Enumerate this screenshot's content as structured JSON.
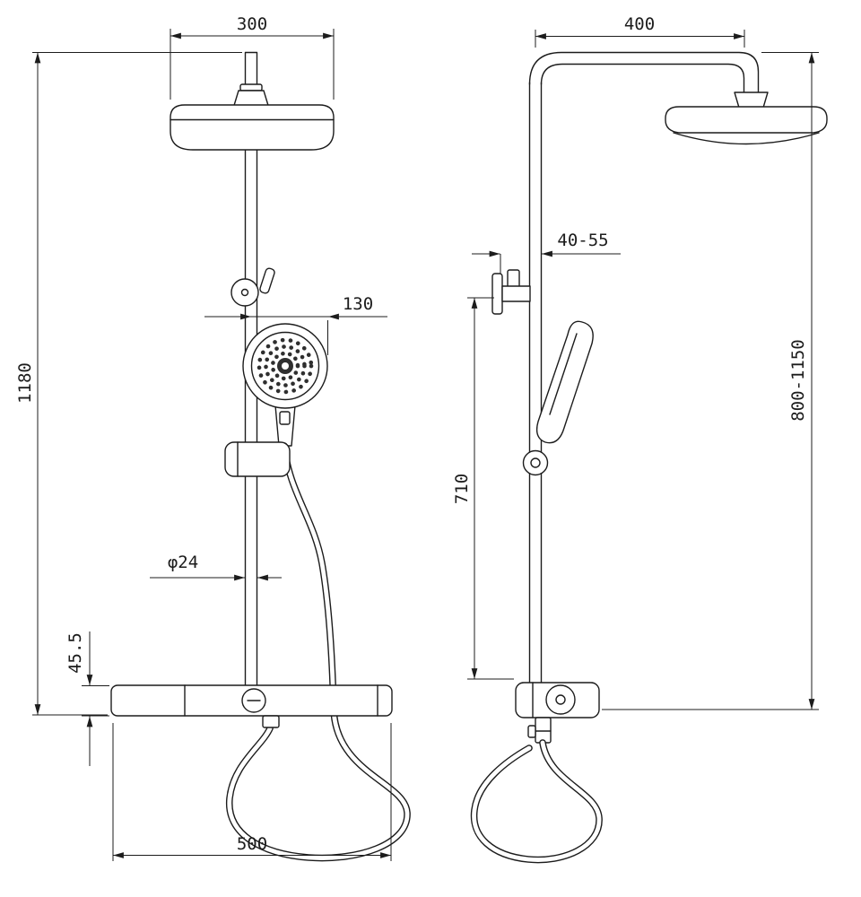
{
  "colors": {
    "line": "#1c1c1c",
    "paper": "#ffffff",
    "nozzle_dots": "#2f2f2f"
  },
  "front_view": {
    "head_width": "300",
    "total_height": "1180",
    "handshower_offset": "130",
    "pipe_diameter": "φ24",
    "shelf_thickness": "45.5",
    "shelf_width": "500"
  },
  "side_view": {
    "arm_length": "400",
    "wall_clearance": "40-55",
    "bracket_to_mixer_height": "710",
    "overall_height_range": "800-1150"
  }
}
